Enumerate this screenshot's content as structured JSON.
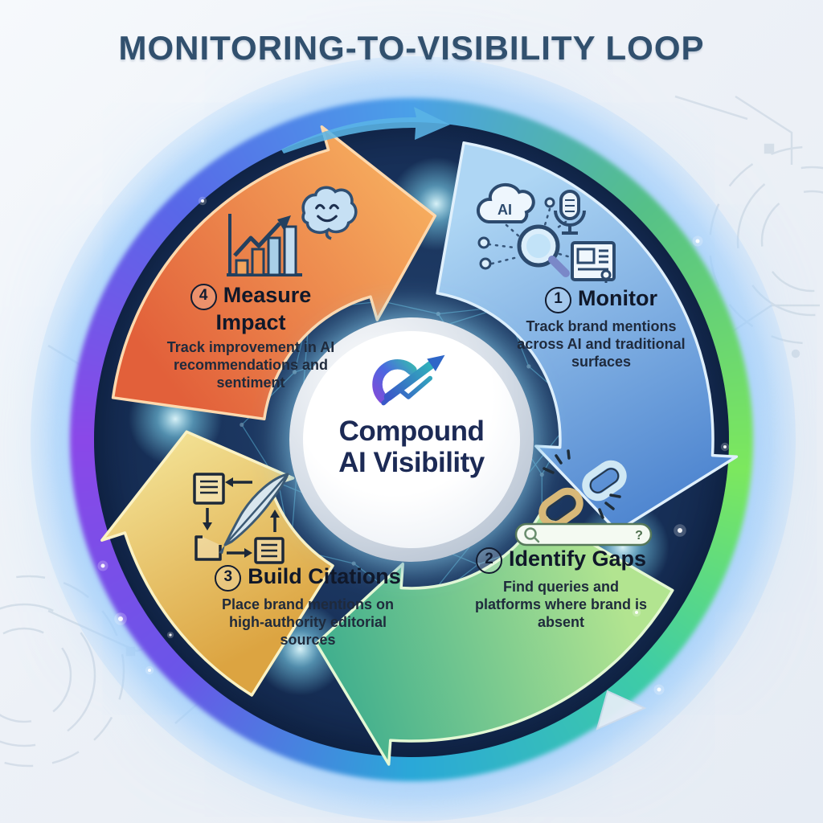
{
  "title": "MONITORING-TO-VISIBILITY LOOP",
  "center": {
    "title_line1": "Compound",
    "title_line2": "AI Visibility"
  },
  "steps": {
    "monitor": {
      "number": "1",
      "label": "Monitor",
      "description": "Track brand mentions across AI and traditional surfaces",
      "cloud_label": "AI"
    },
    "gaps": {
      "number": "2",
      "label": "Identify Gaps",
      "description": "Find queries and platforms where brand is absent",
      "search_hint": "?"
    },
    "citations": {
      "number": "3",
      "label": "Build Citations",
      "description": "Place brand mentions on high-authority editorial sources"
    },
    "impact": {
      "number": "4",
      "label": "Measure Impact",
      "description": "Track improvement in AI recommendations and sentiment"
    }
  },
  "palette": {
    "background": "#eef2f8",
    "title_color": "#31506e",
    "navy_disc": "#14294a",
    "center_text": "#1c2a55",
    "network": "#6ad8f8",
    "glow_colors": [
      "#4aa0e8",
      "#7ce85e",
      "#2aa8d8",
      "#8a48e8"
    ],
    "step_fills": {
      "monitor": [
        "#aed6f4",
        "#4f86d0"
      ],
      "gaps": [
        "#b2e490",
        "#3fae8e"
      ],
      "citations": [
        "#dca441",
        "#f2e092"
      ],
      "impact": [
        "#e2603a",
        "#f6ac5e"
      ]
    },
    "step_rims": {
      "monitor": "#e0f0fc",
      "gaps": "#e4f8d4",
      "citations": "#fbf2c4",
      "impact": "#ffd9ae"
    }
  }
}
